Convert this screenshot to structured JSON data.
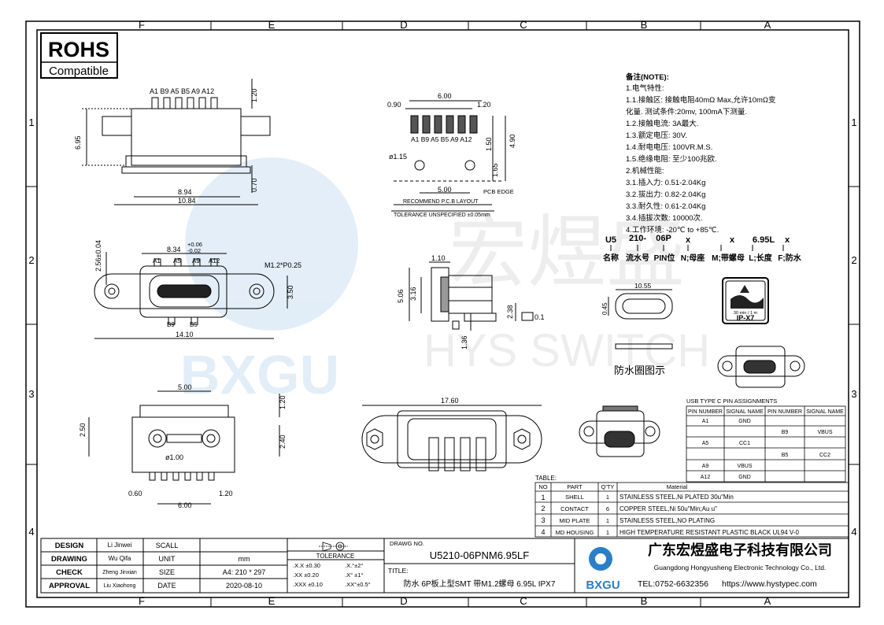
{
  "frame": {
    "col_labels": [
      "F",
      "E",
      "D",
      "C",
      "B",
      "A"
    ],
    "row_labels": [
      "1",
      "2",
      "3",
      "4"
    ]
  },
  "rohs": {
    "line1": "ROHS",
    "line2": "Compatible"
  },
  "watermark": {
    "cn": "宏煜盛",
    "en": "HYS SWITCH",
    "logo": "BXGU"
  },
  "top_view": {
    "pins": "A1  B9  A5  B5  A9  A12",
    "dims": {
      "h695": "6.95",
      "w894": "8.94",
      "w1084": "10.84",
      "h120": "1.20",
      "h070": "0.70"
    }
  },
  "pcb_layout": {
    "dims": {
      "d090": "0.90",
      "d600": "6.00",
      "d120": "1.20",
      "d150": "1.50",
      "d490": "4.90",
      "d165": "1.65",
      "d500": "5.00",
      "hole": "ø1.15"
    },
    "pins": "A1  B9  A5  B5  A9  A12",
    "edge": "PCB EDGE",
    "caption": "RECOMMEND P.C.B LAYOUT",
    "tolerance": "TOLERANCE UNSPECIFIED ±0.05mm"
  },
  "front_view": {
    "dims": {
      "d834": "8.34",
      "tol_up": "+0.06",
      "tol_dn": "-0.02",
      "d256": "2.56±0.04",
      "thread": "M1.2*P0.25",
      "d350": "3.50",
      "d1410": "14.10"
    },
    "pins_top": [
      "A1",
      "A5",
      "A9",
      "A12"
    ],
    "pins_bot": [
      "B9",
      "B5"
    ]
  },
  "side_view": {
    "dims": {
      "d110": "1.10",
      "d506": "5.06",
      "d316": "3.16",
      "d136": "1.36",
      "d238": "2.38",
      "flat": "0.1"
    }
  },
  "bottom_view": {
    "dims": {
      "d500": "5.00",
      "d120": "1.20",
      "d250": "2.50",
      "d240": "2.40",
      "d100": "ø1.00",
      "d060": "0.60",
      "d120b": "1.20",
      "d600": "6.00"
    }
  },
  "gasket_view": {
    "dims": {
      "d1760": "17.60"
    }
  },
  "notes": {
    "title": "备注(NOTE):",
    "lines": [
      "1.电气特性:",
      "1.1.接触区: 接触电阻40mΩ Max,允许10mΩ变",
      "     化量. 测试条件:20mv, 100mA下测量.",
      "1.2.接触电流: 3A最大.",
      "1.3.额定电压: 30V.",
      "1.4.耐电电压: 100VR.M.S.",
      "1.5.绝缘电阻: 至少100兆欧.",
      "2.机械性能:",
      "3.1.插入力: 0.51-2.04Kg",
      "3.2.拔出力: 0.82-2.04Kg",
      "3.3.耐久性: 0.61-2.04Kg",
      "3.4.插拔次数: 10000次.",
      "4.工作环境: -20℃ to +85℃."
    ]
  },
  "part_code": {
    "codes": [
      "U5",
      "210-",
      "06P",
      "x",
      "x",
      "6.95L",
      "x"
    ],
    "meanings": [
      "名称",
      "流水号",
      "PIN位",
      "N;母座",
      "M;带螺母",
      "L;长度",
      "F;防水"
    ]
  },
  "gasket_label": {
    "dim": "10.55",
    "dim2": "0.45",
    "caption": "防水圈图示"
  },
  "ipx": {
    "rating": "IP-X7",
    "sub": "30 min / 1 m"
  },
  "pin_table": {
    "title": "USB TYPE C PIN ASSIGNMENTS",
    "headers": [
      "PIN NUMBER",
      "SIGNAL NAME",
      "PIN NUMBER",
      "SIGNAL NAME"
    ],
    "rows": [
      [
        "A1",
        "GND",
        "",
        ""
      ],
      [
        "",
        "",
        "B9",
        "VBUS"
      ],
      [
        "A5",
        "CC1",
        "",
        ""
      ],
      [
        "",
        "",
        "B5",
        "CC2"
      ],
      [
        "A9",
        "VBUS",
        "",
        ""
      ],
      [
        "A12",
        "GND",
        "",
        ""
      ]
    ]
  },
  "bom": {
    "label": "TABLE:",
    "headers": [
      "NO",
      "PART",
      "Q'TY",
      "Material"
    ],
    "rows": [
      [
        "1",
        "SHELL",
        "1",
        "STAINLESS STEEL,Ni PLATED 30u\"Min"
      ],
      [
        "2",
        "CONTACT",
        "6",
        "COPPER STEEL,Ni 50u\"Min;Au u\""
      ],
      [
        "3",
        "MID PLATE",
        "1",
        "STAINLESS STEEL,NO PLATING"
      ],
      [
        "4",
        "MD HOUSING",
        "1",
        "HIGH TEMPERATURE RESISTANT PLASTIC BLACK UL94 V-0"
      ]
    ]
  },
  "title_block": {
    "roles": [
      {
        "role": "DESIGN",
        "name": "Li Jinwei",
        "field": "SCALL",
        "value": ""
      },
      {
        "role": "DRAWING",
        "name": "Wu Qifa",
        "field": "UNIT",
        "value": "mm"
      },
      {
        "role": "CHECK",
        "name": "Zheng Jinxian",
        "field": "SIZE",
        "value": "A4: 210 * 297"
      },
      {
        "role": "APPROVAL",
        "name": "Liu Xiaohong",
        "field": "DATE",
        "value": "2020-08-10"
      }
    ],
    "tolerance_title": "TOLERANCE",
    "tolerances": [
      [
        ".X.X  ±0.30",
        ".X.°±2°"
      ],
      [
        ".XX  ±0.20",
        ".X° ±1°"
      ],
      [
        ".XXX  ±0.10",
        ".XX°±0.5°"
      ]
    ],
    "drawing_no_label": "DRAWG NO.",
    "drawing_no": "U5210-06PNM6.95LF",
    "title_label": "TITLE:",
    "title": "防水 6P板上型SMT 带M1.2螺母 6.95L IPX7",
    "company_cn": "广东宏煜盛电子科技有限公司",
    "company_en": "Guangdong Hongyusheng Electronic Technology Co., Ltd.",
    "logo_text": "BXGU",
    "tel": "TEL:0752-6632356",
    "url": "https://www.hystypec.com"
  }
}
